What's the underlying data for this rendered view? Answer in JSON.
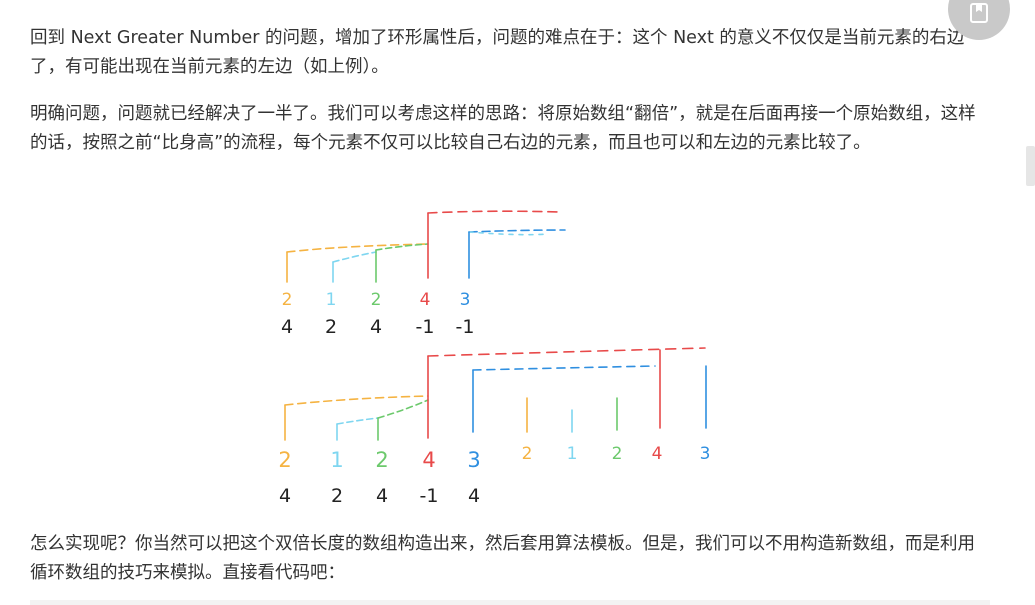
{
  "article": {
    "paragraph1": "回到 Next Greater Number 的问题，增加了环形属性后，问题的难点在于：这个 Next 的意义不仅仅是当前元素的右边了，有可能出现在当前元素的左边（如上例）。",
    "paragraph2": "明确问题，问题就已经解决了一半了。我们可以考虑这样的思路：将原始数组“翻倍”，就是在后面再接一个原始数组，这样的话，按照之前“比身高”的流程，每个元素不仅可以比较自己右边的元素，而且也可以和左边的元素比较了。",
    "paragraph3": "怎么实现呢？你当然可以把这个双倍长度的数组构造出来，然后套用算法模板。但是，我们可以不用构造新数组，而是利用循环数组的技巧来模拟。直接看代码吧："
  },
  "diagram_top": {
    "values": [
      "2",
      "1",
      "2",
      "4",
      "3"
    ],
    "results": [
      "4",
      "2",
      "4",
      "-1",
      "-1"
    ],
    "colors": [
      "#f5b342",
      "#7fd6f0",
      "#6cc96c",
      "#e84a4a",
      "#2f8fe0"
    ]
  },
  "diagram_bottom": {
    "values": [
      "2",
      "1",
      "2",
      "4",
      "3",
      "2",
      "1",
      "2",
      "4",
      "3"
    ],
    "results": [
      "4",
      "2",
      "4",
      "-1",
      "4"
    ],
    "colors": [
      "#f5b342",
      "#7fd6f0",
      "#6cc96c",
      "#e84a4a",
      "#2f8fe0",
      "#f5b342",
      "#7fd6f0",
      "#6cc96c",
      "#e84a4a",
      "#2f8fe0"
    ]
  },
  "icons": {
    "floating_button": "bookmark-icon"
  }
}
